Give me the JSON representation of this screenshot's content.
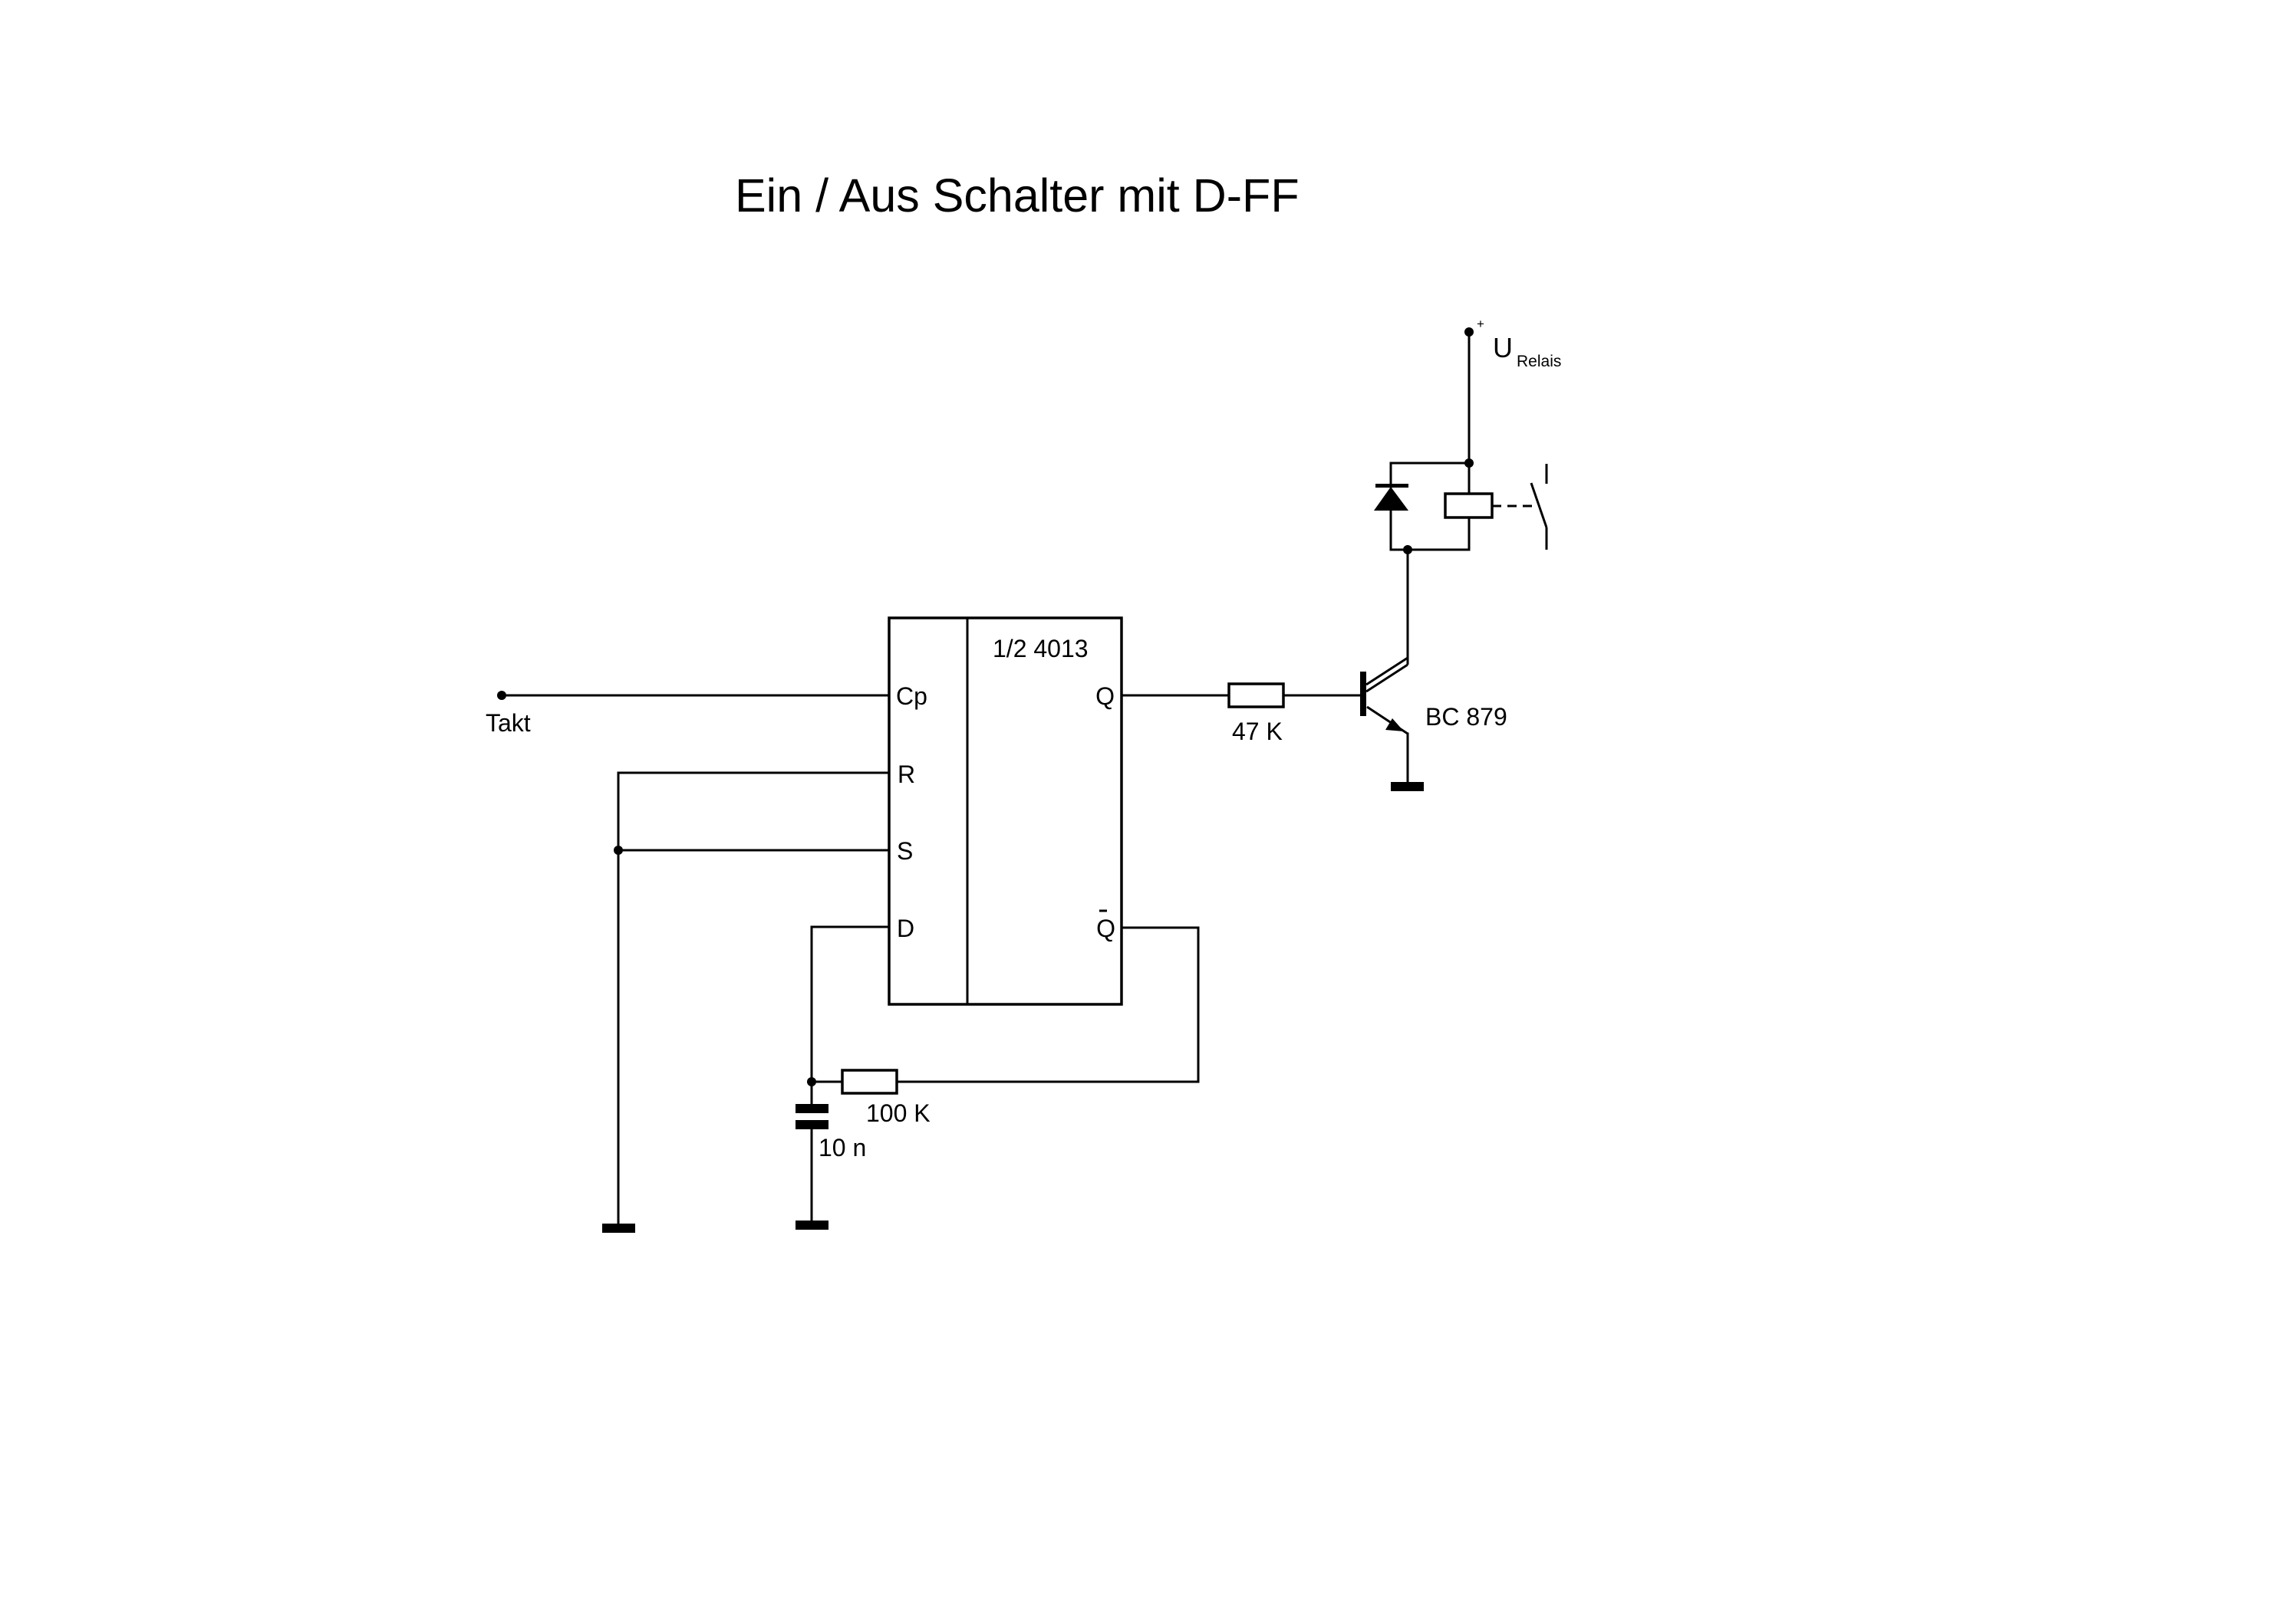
{
  "title": "Ein / Aus Schalter mit D-FF",
  "colors": {
    "ink": "#000000",
    "background": "#ffffff"
  },
  "input": {
    "label": "Takt"
  },
  "flipflop": {
    "name": "1/2 4013",
    "pins_left": [
      "Cp",
      "R",
      "S",
      "D"
    ],
    "pins_right": [
      "Q",
      "Q"
    ],
    "qbar_overline": true
  },
  "components": {
    "r_base": {
      "value": "47 K"
    },
    "r_feedback": {
      "value": "100 K"
    },
    "capacitor": {
      "value": "10 n"
    },
    "transistor": {
      "value": "BC 879"
    },
    "supply": {
      "plus": "+",
      "symbol": "U",
      "subscript": "Relais"
    },
    "relay_contact": {
      "label": "I"
    }
  }
}
